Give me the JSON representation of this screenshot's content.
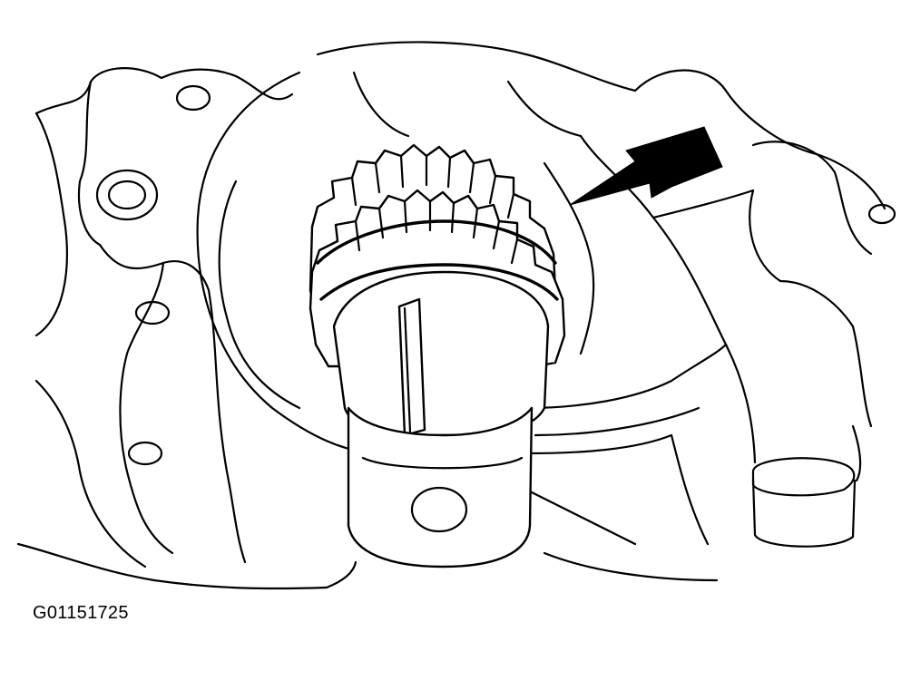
{
  "figure": {
    "code": "G01151725",
    "line_color": "#000000",
    "background_color": "#ffffff",
    "arrow_icon": "arrow-pointing-down-left",
    "subject": "sprocket"
  }
}
